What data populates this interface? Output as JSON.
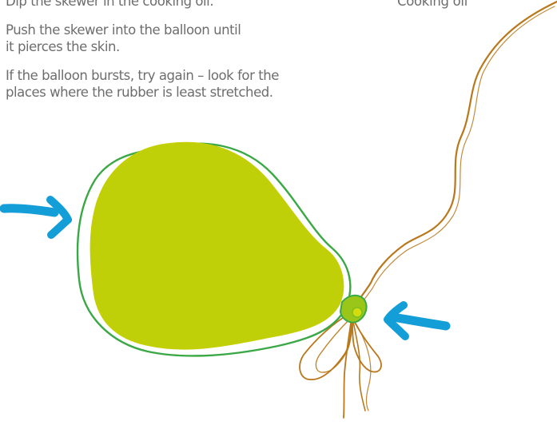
{
  "instructions": {
    "step_1": "Dip the skewer in the cooking oil.",
    "step_2_line_1": "Push the skewer into the balloon until",
    "step_2_line_2": "it pierces the skin.",
    "step_3_line_1": "If the balloon bursts, try again – look for the",
    "step_3_line_2": "places where the rubber is least stretched."
  },
  "caption": "Cooking oil",
  "colors": {
    "text": "#6d6d6d",
    "balloon_fill": "#bfcf08",
    "balloon_outline": "#3aa845",
    "string": "#b9781b",
    "arrow": "#149ed8"
  },
  "icons": {
    "left_arrow": "arrow-right-icon",
    "right_arrow": "arrow-left-icon"
  }
}
